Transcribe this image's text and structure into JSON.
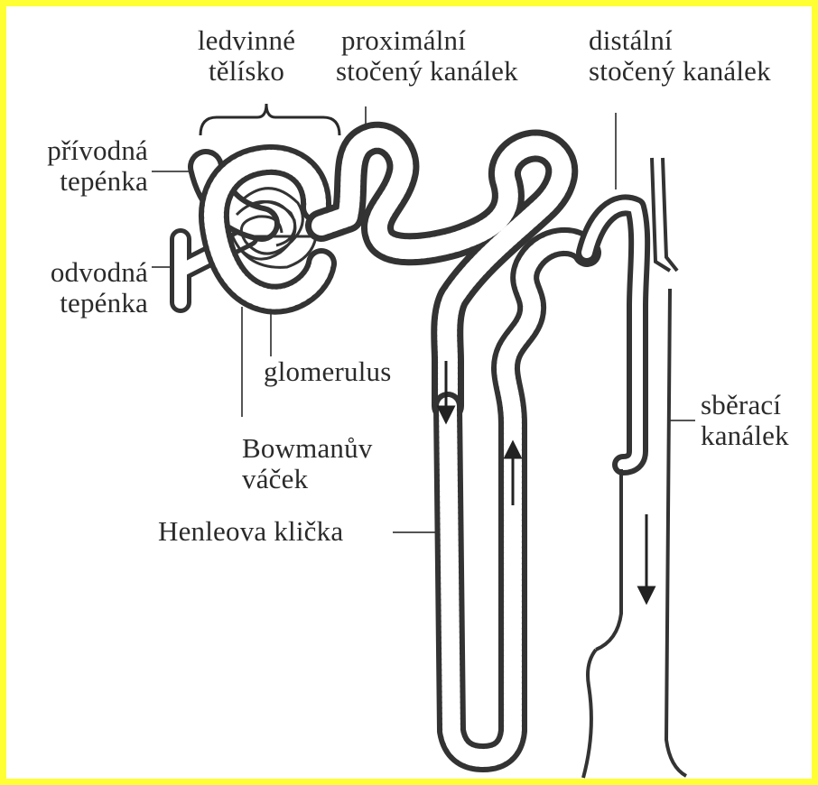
{
  "labels": {
    "renal_corpuscle": [
      "ledvinné",
      "tělísko"
    ],
    "proximal_tubule": [
      "proximální",
      "stočený kanálek"
    ],
    "distal_tubule": [
      "distální",
      "stočený kanálek"
    ],
    "afferent_arteriole": [
      "přívodná",
      "tepénka"
    ],
    "efferent_arteriole": [
      "odvodná",
      "tepénka"
    ],
    "glomerulus": "glomerulus",
    "bowman_capsule": [
      "Bowmanův",
      "váček"
    ],
    "loop_of_henle": "Henleova klička",
    "collecting_duct": [
      "sběrací",
      "kanálek"
    ]
  },
  "colors": {
    "frame": "#ffff33",
    "ink": "#2a2a2a",
    "tube_wall": "#333333",
    "tube_lumen": "#ffffff"
  }
}
